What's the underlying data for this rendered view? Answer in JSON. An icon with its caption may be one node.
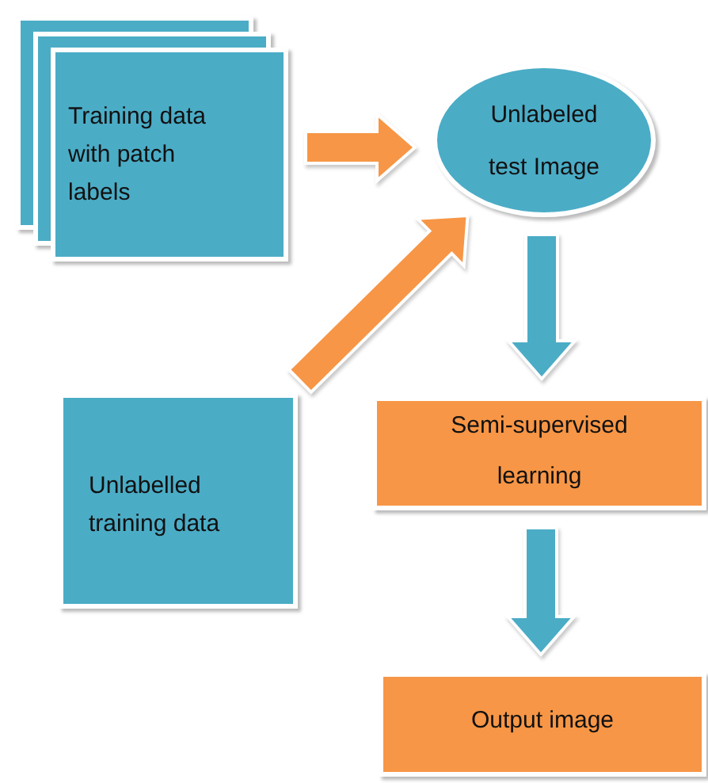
{
  "diagram": {
    "nodes": [
      {
        "text": [
          "Training data with  patch labels"
        ]
      },
      {
        "text": [
          "Unlabeled test Image"
        ]
      },
      {
        "text": [
          "Unlabelled training data"
        ]
      },
      {
        "text": [
          "Semi-supervised learning"
        ]
      },
      {
        "text": [
          "Output image"
        ]
      }
    ],
    "edges": [
      {
        "from": 0,
        "to": 1,
        "arrow": "to",
        "color": "#f79646"
      },
      {
        "from": 2,
        "to": 1,
        "arrow": "to",
        "color": "#f79646"
      },
      {
        "from": 1,
        "to": 3,
        "arrow": "to"
      },
      {
        "from": 3,
        "to": 4,
        "arrow": "to"
      }
    ]
  }
}
